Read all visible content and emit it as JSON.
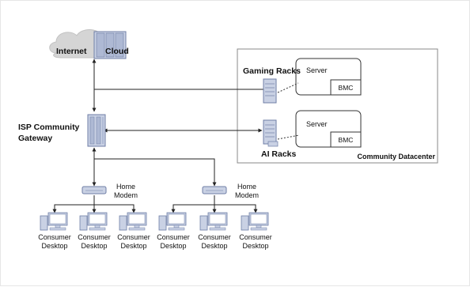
{
  "diagram": {
    "cloud": {
      "left_label": "Internet",
      "right_label": "Cloud"
    },
    "gateway": {
      "line1": "ISP Community",
      "line2": "Gateway"
    },
    "datacenter": {
      "label": "Community Datacenter"
    },
    "gaming_racks": {
      "label": "Gaming Racks",
      "server_label": "Server",
      "bmc_label": "BMC"
    },
    "ai_racks": {
      "label": "AI Racks",
      "server_label": "Server",
      "bmc_label": "BMC"
    },
    "modems": [
      {
        "line1": "Home",
        "line2": "Modem"
      },
      {
        "line1": "Home",
        "line2": "Modem"
      }
    ],
    "desktops": [
      {
        "line1": "Consumer",
        "line2": "Desktop"
      },
      {
        "line1": "Consumer",
        "line2": "Desktop"
      },
      {
        "line1": "Consumer",
        "line2": "Desktop"
      },
      {
        "line1": "Consumer",
        "line2": "Desktop"
      },
      {
        "line1": "Consumer",
        "line2": "Desktop"
      },
      {
        "line1": "Consumer",
        "line2": "Desktop"
      }
    ],
    "colors": {
      "device_fill": "#c9d1e4",
      "device_stroke": "#6f7ea6",
      "cloud_fill": "#d7d7d7",
      "line": "#333333",
      "box_stroke": "#888888"
    }
  }
}
